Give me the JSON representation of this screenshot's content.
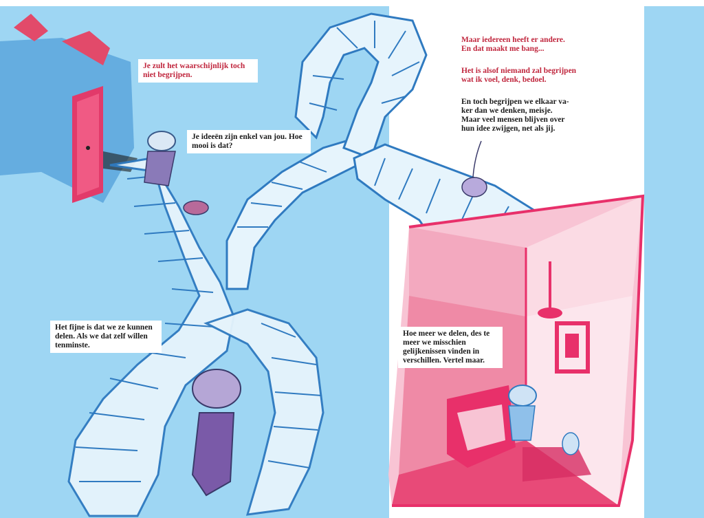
{
  "texts": {
    "t1": "Je zult het waarschijnlijk toch niet begrijpen.",
    "t2": "Je ideeën zijn enkel van jou. Hoe mooi is dat?",
    "t3": "Het fijne is dat we ze kunnen delen. Als we dat zelf willen tenminste.",
    "t4_line1": "Maar iedereen heeft er andere.",
    "t4_line2": "En dat maakt me bang...",
    "t5_line1": "Het is alsof niemand zal begrijpen",
    "t5_line2": "wat ik voel, denk, bedoel.",
    "t6_line1": "En toch begrijpen we elkaar va-",
    "t6_line2": "ker dan we denken, meisje.",
    "t6_line3": "Maar veel mensen blijven over",
    "t6_line4": "hun idee zwijgen, net als jij.",
    "t7": "Hoe meer we delen, des te meer we misschien gelijkenissen vinden in verschillen. Vertel maar."
  },
  "colors": {
    "sky": "#9ed6f3",
    "stairs_light": "#e6f4fc",
    "stairs_blue": "#2f7ac0",
    "room_pink": "#e8306a",
    "room_light": "#f8c4d4",
    "red_text": "#c0263d"
  }
}
